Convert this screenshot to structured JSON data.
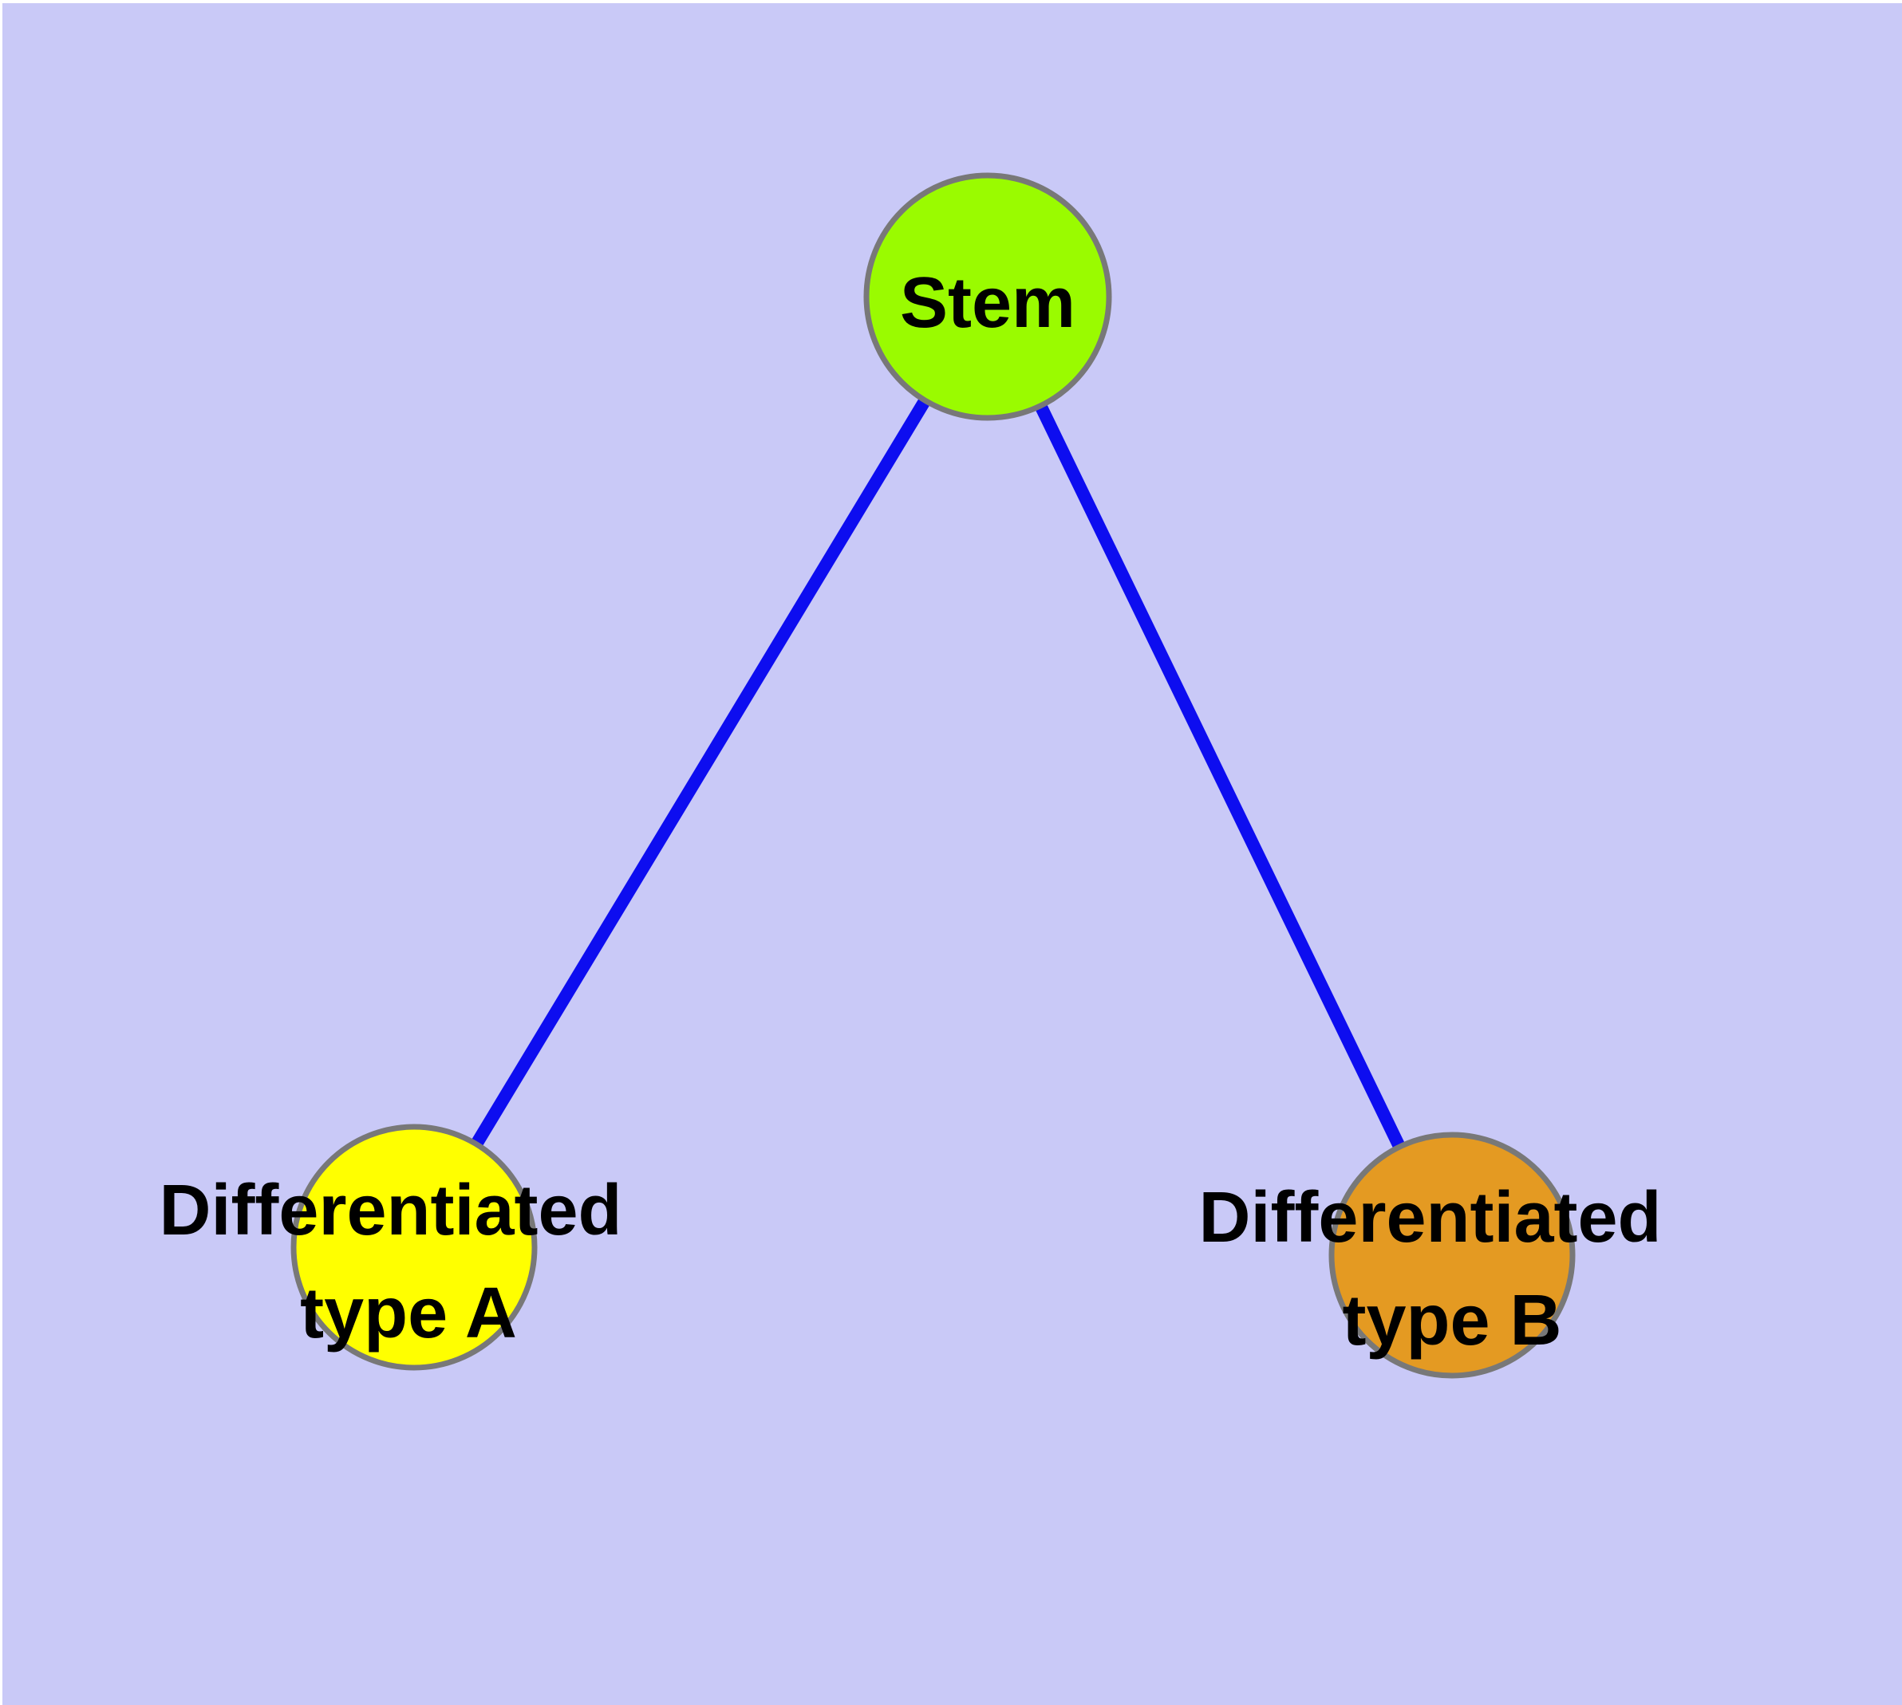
{
  "canvas": {
    "background_color": "#C9C9F7",
    "outer_margin_color": "#FFFFFF"
  },
  "graph": {
    "type": "undirected-tree",
    "edge_color": "#0D0DF0",
    "node_border_color": "#787878",
    "nodes": [
      {
        "id": "stem",
        "label": "Stem",
        "label_lines": [
          "Stem"
        ],
        "fill": "#9AFB00"
      },
      {
        "id": "type_a",
        "label": "Differentiated type A",
        "label_lines": [
          "Differentiated",
          "type A"
        ],
        "fill": "#FFFF00"
      },
      {
        "id": "type_b",
        "label": "Differentiated type B",
        "label_lines": [
          "Differentiated",
          "type B"
        ],
        "fill": "#E49A22"
      }
    ],
    "edges": [
      {
        "from": "Stem",
        "to": "Differentiated type A"
      },
      {
        "from": "Stem",
        "to": "Differentiated type B"
      }
    ]
  }
}
